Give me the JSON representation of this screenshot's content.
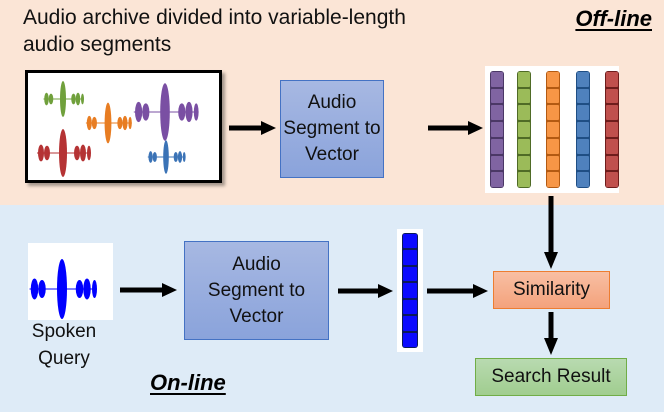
{
  "offline": {
    "caption": "Audio archive divided into variable-length audio segments",
    "label": "Off-line",
    "asv_box": {
      "line1": "Audio",
      "line2": "Segment to",
      "line3": "Vector"
    },
    "archive_waveform_colors": [
      "#70a03c",
      "#e87d22",
      "#7a4fa3",
      "#b53334",
      "#3b73b6"
    ],
    "vectors": [
      {
        "name": "purple",
        "fill": "#8064a2",
        "border": "#4b3866",
        "cells": 7
      },
      {
        "name": "green",
        "fill": "#9bbb59",
        "border": "#4f6b26",
        "cells": 7
      },
      {
        "name": "orange",
        "fill": "#f79646",
        "border": "#b35a12",
        "cells": 7
      },
      {
        "name": "blue",
        "fill": "#4f81bd",
        "border": "#1f4e84",
        "cells": 7
      },
      {
        "name": "red",
        "fill": "#c0504d",
        "border": "#6e1d1c",
        "cells": 7
      }
    ]
  },
  "online": {
    "label": "On-line",
    "query_caption": {
      "line1": "Spoken",
      "line2": "Query"
    },
    "query_waveform_color": "#0000ff",
    "asv_box": {
      "line1": "Audio",
      "line2": "Segment to",
      "line3": "Vector"
    },
    "query_vector": {
      "fill": "#0a0aff",
      "border": "#0a1a5a",
      "cells": 7
    },
    "similarity_label": "Similarity",
    "result_label": "Search Result"
  }
}
